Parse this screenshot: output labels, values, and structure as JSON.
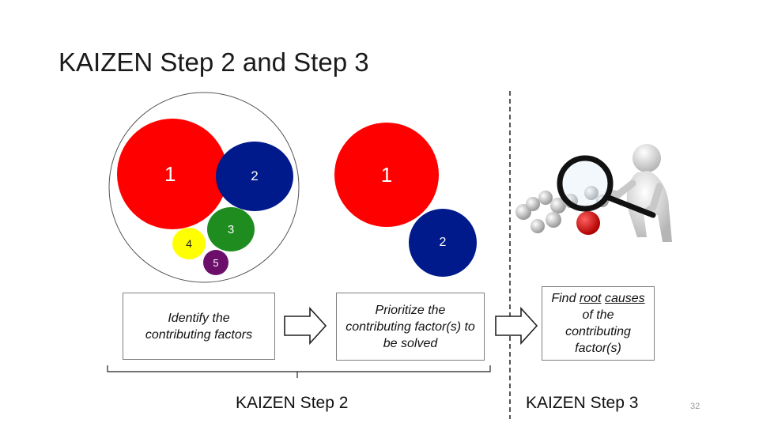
{
  "slide": {
    "title": "KAIZEN Step 2 and Step 3",
    "page_number": "32"
  },
  "left_cluster": {
    "labels": [
      "1",
      "2",
      "3",
      "4",
      "5"
    ]
  },
  "middle_cluster": {
    "labels": [
      "1",
      "2"
    ]
  },
  "colors": {
    "red": "#ff0000",
    "blue": "#001a8c",
    "green": "#1e8c1e",
    "yellow": "#ffff00",
    "purple": "#6b0f6b"
  },
  "boxes": {
    "identify": "Identify the contributing factors",
    "prioritize": "Prioritize the contributing factor(s) to be solved",
    "find_prefix": "Find ",
    "find_root": "root",
    "find_causes": "causes",
    "find_suffix": " of the contributing factor(s)"
  },
  "steps": {
    "step2": "KAIZEN Step 2",
    "step3": "KAIZEN Step 3"
  },
  "illustration": {
    "icon": "magnifying-glass-figure-icon"
  }
}
